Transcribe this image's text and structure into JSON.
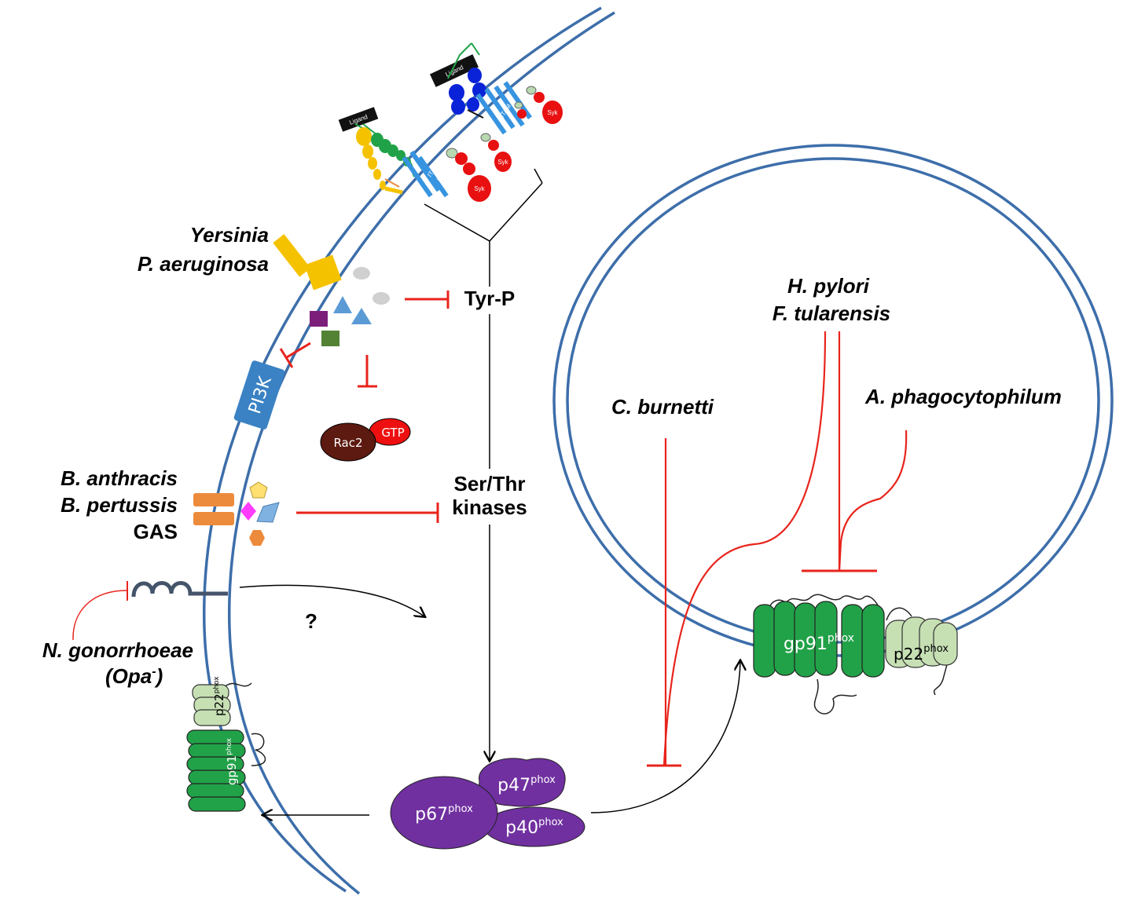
{
  "labels": {
    "yersinia": "Yersinia",
    "p_aeruginosa": "P. aeruginosa",
    "b_anthracis": "B. anthracis",
    "b_pertussis": "B. pertussis",
    "gas": "GAS",
    "n_gonorrhoeae": "N. gonorrhoeae",
    "opa": "(Opa",
    "opa_sup": "-",
    "opa_close": ")",
    "tyr_p": "Tyr-P",
    "ser_thr": "Ser/Thr",
    "kinases": "kinases",
    "question": "?",
    "h_pylori": "H. pylori",
    "f_tularensis": "F. tularensis",
    "c_burnetti": "C. burnetti",
    "a_phago": "A. phagocytophilum",
    "pi3k": "PI3K",
    "rac2": "Rac2",
    "gtp": "GTP",
    "gp91": "gp91",
    "p22": "p22",
    "phox": "phox",
    "p67": "p67",
    "p47": "p47",
    "p40": "p40",
    "ligand": "Ligand",
    "itam": "ITAM",
    "syk": "Syk"
  },
  "colors": {
    "membrane": "#3d6eaa",
    "inhibit": "#e8241c",
    "gp91": "#21a248",
    "p22": "#c6e0b4",
    "phox_purple": "#7030a0",
    "yellow": "#f5c200",
    "orange": "#ed8b3c",
    "pi3k": "#3a82c4",
    "rac2": "#5c1a10",
    "gtp": "#ee1010",
    "receptor_blue": "#3794e0",
    "receptor_dark": "#0a22d8"
  }
}
